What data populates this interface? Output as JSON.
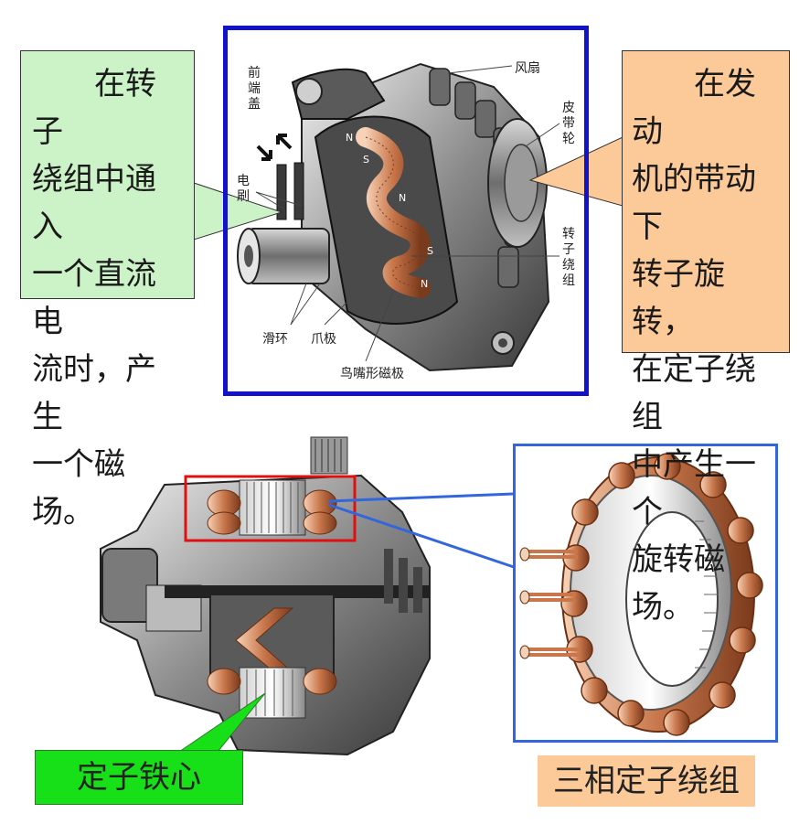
{
  "callouts": {
    "left_lines": [
      "在转子",
      "绕组中通入",
      "一个直流电",
      "流时，产生",
      "一个磁场。"
    ],
    "right_lines": [
      "在发动",
      "机的带动下",
      "转子旋转，",
      "在定子绕组",
      "中产生一个",
      "旋转磁场。"
    ]
  },
  "top_diagram_labels": {
    "front_cover": "前端盖",
    "fan": "风扇",
    "pulley": "皮带轮",
    "brush": "电刷",
    "rotor_winding": "转子绕组",
    "slip_ring": "滑环",
    "claw_pole": "爪极",
    "beak_pole": "鸟嘴形磁极",
    "pole_n": "N",
    "pole_s": "S"
  },
  "bottom_labels": {
    "stator_core": "定子铁心",
    "three_phase_winding": "三相定子绕组"
  },
  "colors": {
    "left_callout": "#ccf2c8",
    "right_callout": "#fcc998",
    "top_frame": "#1212c9",
    "stator_frame": "#3366dd",
    "highlight_box": "#e01010",
    "green_label": "#18e018",
    "copper": "#c8764a"
  }
}
